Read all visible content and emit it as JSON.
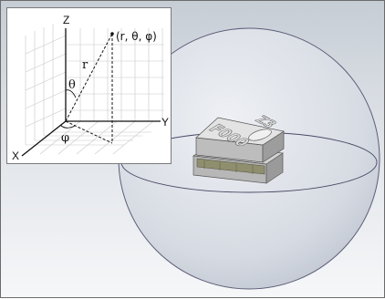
{
  "diagram": {
    "axis_x": "X",
    "axis_y": "Y",
    "axis_z": "Z",
    "radius_label": "r",
    "theta_label": "θ",
    "phi_label": "φ",
    "point_label": "(r, θ, φ)"
  },
  "device": {
    "marking_1": "F000",
    "marking_2": "Z3"
  },
  "colors": {
    "sphere_fill": "#dfe3eb",
    "sphere_stroke": "#5e5e78",
    "device_body": "#c9c9c9",
    "device_top": "#e6e6e6",
    "device_dark": "#6d6d6d",
    "inset_grid": "#c8c8c8"
  }
}
